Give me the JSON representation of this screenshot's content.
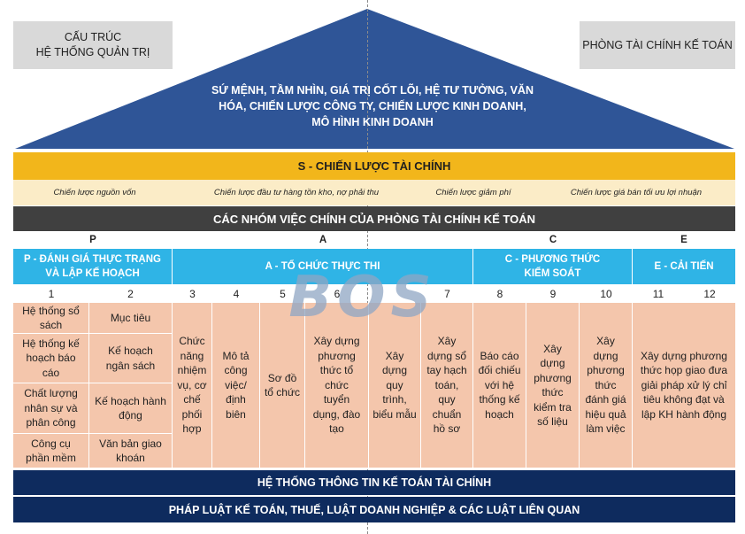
{
  "header": {
    "left_box": "CẤU TRÚC\nHỆ THỐNG QUẢN TRỊ",
    "right_box": "PHÒNG TÀI CHÍNH KẾ TOÁN",
    "roof_text": "SỨ MỆNH, TẦM NHÌN, GIÁ TRỊ CỐT LÕI, HỆ TƯ TƯỞNG, VĂN\nHÓA, CHIẾN LƯỢC CÔNG TY, CHIẾN LƯỢC KINH DOANH,\nMÔ HÌNH KINH DOANH"
  },
  "strategy": {
    "title": "S - CHIẾN LƯỢC TÀI CHÍNH",
    "items": [
      "Chiến lược nguồn vốn",
      "Chiến lược đầu tư hàng tồn kho, nợ phải thu",
      "Chiến lược giảm phí",
      "Chiến lược giá bán tối ưu lợi nhuận"
    ]
  },
  "groups_title": "CÁC NHÓM VIỆC CHÍNH CỦA PHÒNG TÀI CHÍNH KẾ TOÁN",
  "letters": [
    "P",
    "A",
    "C",
    "E"
  ],
  "categories": [
    "P - ĐÁNH GIÁ THỰC TRẠNG\nVÀ LẬP KẾ HOẠCH",
    "A - TỔ CHỨC THỰC THI",
    "C - PHƯƠNG THỨC\nKIỂM SOÁT",
    "E - CẢI TIẾN"
  ],
  "numbers": [
    "1",
    "2",
    "3",
    "4",
    "5",
    "6",
    "7",
    "8",
    "9",
    "10",
    "11",
    "12"
  ],
  "col1": [
    "Hệ thống sổ\nsách",
    "Hệ thống kế\nhoạch báo\ncáo",
    "Chất lượng\nnhân sự và\nphân công",
    "Công cụ\nphần mềm"
  ],
  "col2": [
    "Mục tiêu",
    "Kế hoạch\nngân sách",
    "Kế hoạch hành\nđộng",
    "Văn bản giao\nkhoán"
  ],
  "cols": [
    "Chức\nnăng\nnhiệm\nvụ, cơ\nchế\nphối\nhợp",
    "Mô tả\ncông\nviệc/\nđịnh\nbiên",
    "Sơ đồ\ntổ chức",
    "Xây dựng\nphương\nthức tổ\nchức\ntuyển\ndụng, đào\ntạo",
    "Xây\ndựng\nquy\ntrình,\nbiểu mẫu",
    "Xây\ndựng sổ\ntay hạch\ntoán,\nquy\nchuẩn\nhồ sơ",
    "Báo cáo\nđối chiếu\nvới hệ\nthống kế\nhoạch",
    "Xây\ndựng\nphương\nthức\nkiểm tra\nsố liệu",
    "Xây\ndựng\nphương\nthức\nđánh giá\nhiệu quả\nlàm việc"
  ],
  "col11_12": "Xây dựng phương\nthức họp giao đưa\ngiải pháp xử lý chỉ\ntiêu không đạt và\nlập KH hành động",
  "footer": {
    "info_system": "HỆ THỐNG THÔNG TIN KẾ TOÁN TÀI CHÍNH",
    "law": "PHÁP LUẬT KẾ TOÁN, THUẾ, LUẬT DOANH NGHIỆP & CÁC LUẬT LIÊN QUAN"
  },
  "watermark": "BOS",
  "colors": {
    "roof": "#2f5597",
    "gold": "#f2b61b",
    "dark_band": "#404040",
    "category_blue": "#2fb4e6",
    "cell_peach": "#f4c6ac",
    "navy": "#0e2b5e"
  }
}
